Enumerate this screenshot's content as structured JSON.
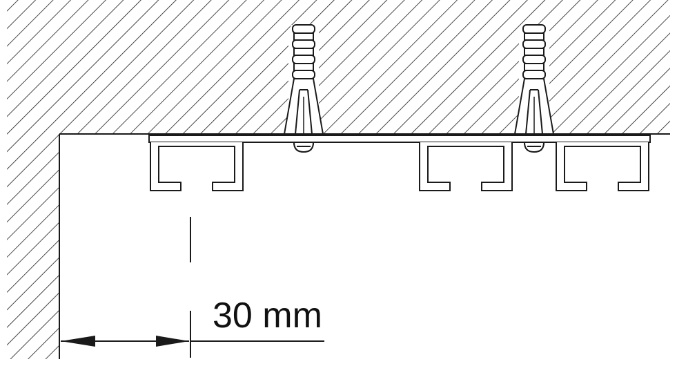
{
  "dimension": {
    "label": "30 mm"
  },
  "colors": {
    "line": "#1a1a1a",
    "background": "#ffffff",
    "rail_fill": "#ffffff"
  },
  "parts": {
    "wall": "hatched-wall",
    "ceiling": "hatched-ceiling",
    "rail": "curtain-rail-profile",
    "anchors": [
      "wall-plug-with-screw",
      "wall-plug-with-screw"
    ]
  }
}
